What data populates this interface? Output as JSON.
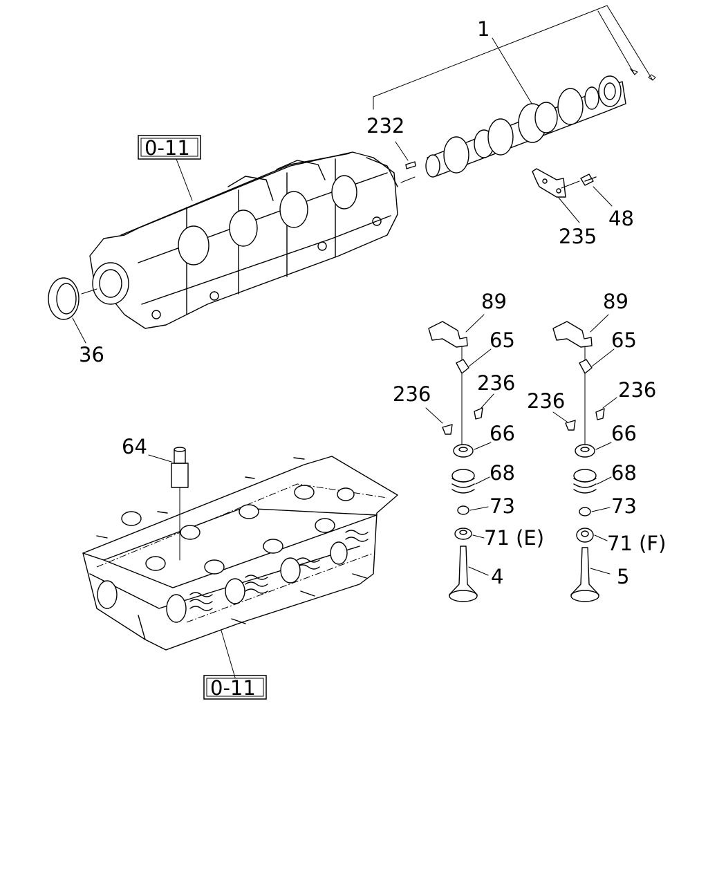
{
  "callouts": {
    "c1": "1",
    "c232": "232",
    "c235": "235",
    "c48": "48",
    "c36": "36",
    "ref_top": "0-11",
    "ref_bottom": "0-11",
    "c64": "64",
    "left_stack": {
      "c89": "89",
      "c65": "65",
      "c236a": "236",
      "c236b": "236",
      "c66": "66",
      "c68": "68",
      "c73": "73",
      "c71": "71 (E)",
      "c4": "4"
    },
    "right_stack": {
      "c89": "89",
      "c65": "65",
      "c236a": "236",
      "c236b": "236",
      "c66": "66",
      "c68": "68",
      "c73": "73",
      "c71": "71 (F)",
      "c5": "5"
    }
  }
}
